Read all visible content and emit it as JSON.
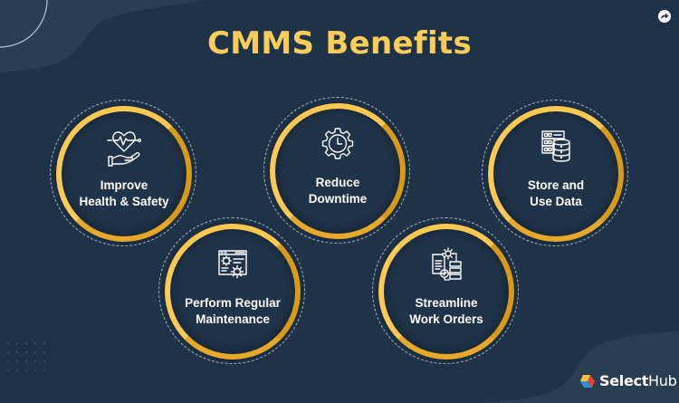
{
  "title": "CMMS Benefits",
  "share_icon": "share-icon",
  "benefits": [
    {
      "id": "health-safety",
      "label_line1": "Improve",
      "label_line2": "Health & Safety",
      "icon": "heart-hand-icon"
    },
    {
      "id": "downtime",
      "label_line1": "Reduce",
      "label_line2": "Downtime",
      "icon": "gear-clock-icon"
    },
    {
      "id": "data",
      "label_line1": "Store and",
      "label_line2": "Use Data",
      "icon": "server-database-icon"
    },
    {
      "id": "maintenance",
      "label_line1": "Perform Regular",
      "label_line2": "Maintenance",
      "icon": "window-gears-icon"
    },
    {
      "id": "work-orders",
      "label_line1": "Streamline",
      "label_line2": "Work Orders",
      "icon": "workflow-gear-icon"
    }
  ],
  "logo": {
    "bold": "Select",
    "light": "Hub"
  },
  "colors": {
    "background": "#1e3248",
    "title": "#fdcd5a",
    "ring_gold": "#f0b43a",
    "text": "#ffffff"
  }
}
